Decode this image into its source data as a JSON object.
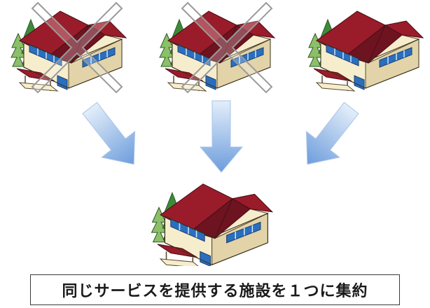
{
  "houses": [
    {
      "name": "facility-1",
      "crossed_out": true
    },
    {
      "name": "facility-2",
      "crossed_out": true
    },
    {
      "name": "facility-3",
      "crossed_out": false
    }
  ],
  "result_house": {
    "name": "consolidated-facility",
    "crossed_out": false
  },
  "arrows": [
    "arrow-from-facility-1",
    "arrow-from-facility-2",
    "arrow-from-facility-3"
  ],
  "caption": "同じサービスを提供する施設を１つに集約",
  "colors": {
    "roof": "#9a1c2a",
    "roof_dark": "#6e1320",
    "wall": "#f6edcc",
    "wall_shade": "#e2d4a8",
    "window": "#2a6fbf",
    "tree": "#3f8a3a",
    "tree_light": "#8cc068",
    "arrow_light": "#e3eefa",
    "arrow_dark": "#6d9ddc",
    "cross_stroke": "#9a9a9a"
  }
}
